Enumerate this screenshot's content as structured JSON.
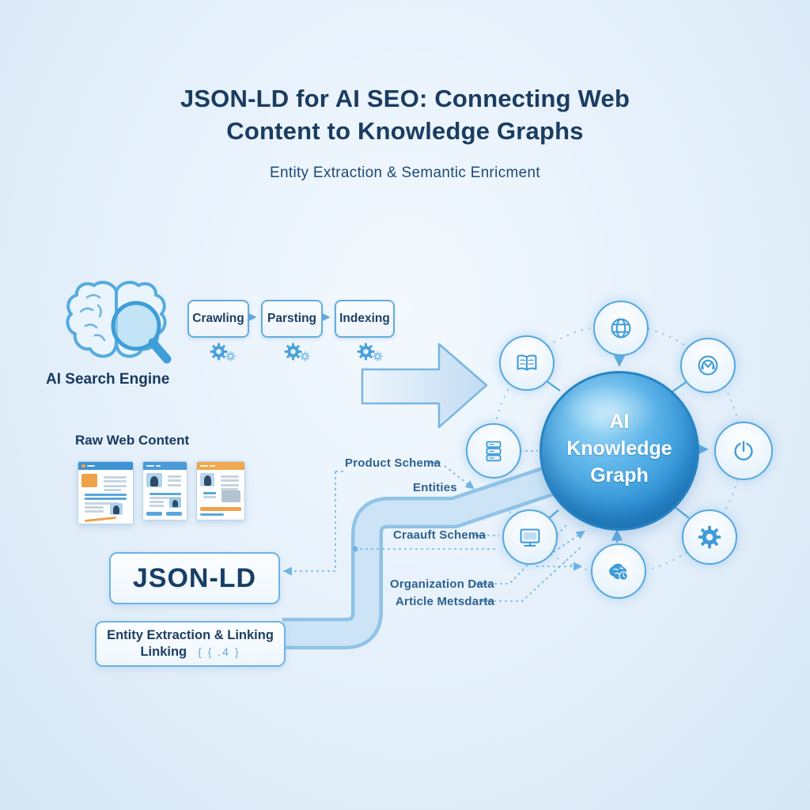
{
  "title": {
    "line1": "JSON-LD for AI SEO: Connecting Web",
    "line2": "Content to Knowledge Graphs",
    "subtitle": "Entity Extraction & Semantic Enricment"
  },
  "left_panel": {
    "ai_search_engine": "AI Search Engine",
    "raw_web_content": "Raw Web Content",
    "pipeline": [
      {
        "label": "Crawling"
      },
      {
        "label": "Parsting"
      },
      {
        "label": "Indexing"
      }
    ],
    "json_ld": "JSON-LD",
    "entity_extraction": {
      "line1": "Entity Extraction & Linking",
      "line2": "Linking",
      "code_symbols": "{ { .4 }"
    }
  },
  "flow_labels": {
    "product_schema": "Product Schema",
    "entities": "Entities",
    "craft_schema": "Craauft Schema",
    "organization_data": "Organization Data",
    "article_metadata": "Article Metsdarta"
  },
  "knowledge_graph": {
    "core": {
      "line1": "AI",
      "line2": "Knowledge",
      "line3": "Graph"
    },
    "satellite_icons": [
      "globe-icon",
      "open-book-icon",
      "headset-user-icon",
      "database-stack-icon",
      "power-dial-icon",
      "monitor-icon",
      "gear-icon",
      "ai-brain-clock-icon"
    ]
  },
  "colors": {
    "accent_blue": "#3f9cd9",
    "navy_text": "#1a3c61",
    "sphere_blue": "#2e92d6",
    "band_blue": "#bcdaf1",
    "node_border": "#55a7de",
    "orange": "#f0a24b",
    "background": "#e3eefa"
  }
}
